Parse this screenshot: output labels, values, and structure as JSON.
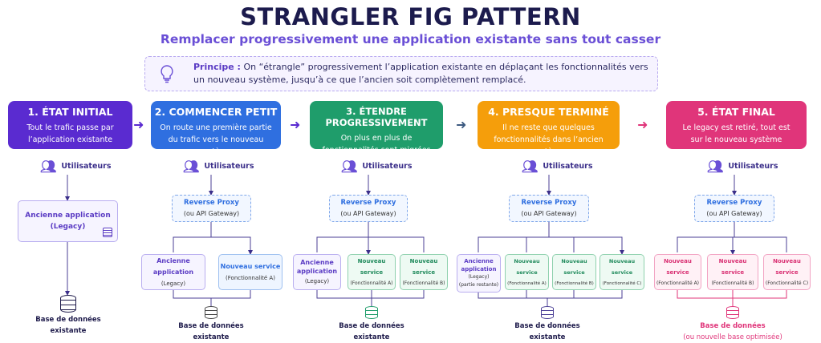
{
  "title": "STRANGLER FIG PATTERN",
  "subtitle": "Remplacer progressivement une application existante sans tout casser",
  "principle": {
    "label": "Principe :",
    "text": "On “étrangle” progressivement l’application existante en déplaçant les fonctionnalités vers un nouveau système, jusqu’à ce que l’ancien soit complètement remplacé.",
    "icon": "lightbulb-icon"
  },
  "colors": {
    "stage1": "#5a2bd0",
    "stage2": "#2f6fe0",
    "stage3": "#1f9d6b",
    "stage4": "#f59e0b",
    "stage5": "#e0357a"
  },
  "stages": [
    {
      "title": "1. ÉTAT INITIAL",
      "desc": "Tout le trafic passe par l’application existante"
    },
    {
      "title": "2. COMMENCER PETIT",
      "desc": "On route une première partie du trafic vers le nouveau système"
    },
    {
      "title": "3. ÉTENDRE PROGRESSIVEMENT",
      "desc": "On plus en plus de fonctionnalités sont migrées"
    },
    {
      "title": "4. PRESQUE TERMINÉ",
      "desc": "Il ne reste que quelques fonctionnalités dans l’ancien système"
    },
    {
      "title": "5. ÉTAT FINAL",
      "desc": "Le legacy est retiré, tout est sur le nouveau système"
    }
  ],
  "users": "Utilisateurs",
  "proxy": {
    "title": "Reverse Proxy",
    "sub": "(ou API Gateway)"
  },
  "legacy": {
    "title": "Ancienne application",
    "title_a": "Ancienne",
    "title_b": "application",
    "sub": "(Legacy)",
    "rest": "(partie restante)"
  },
  "service": {
    "title": "Nouveau service",
    "a": "(Fonctionnalité A)",
    "b": "(Fonctionnalité B)",
    "c": "(Fonctionnalité C)"
  },
  "db": {
    "title": "Base de données",
    "sub": "existante",
    "final_sub": "(ou nouvelle base optimisée)"
  }
}
